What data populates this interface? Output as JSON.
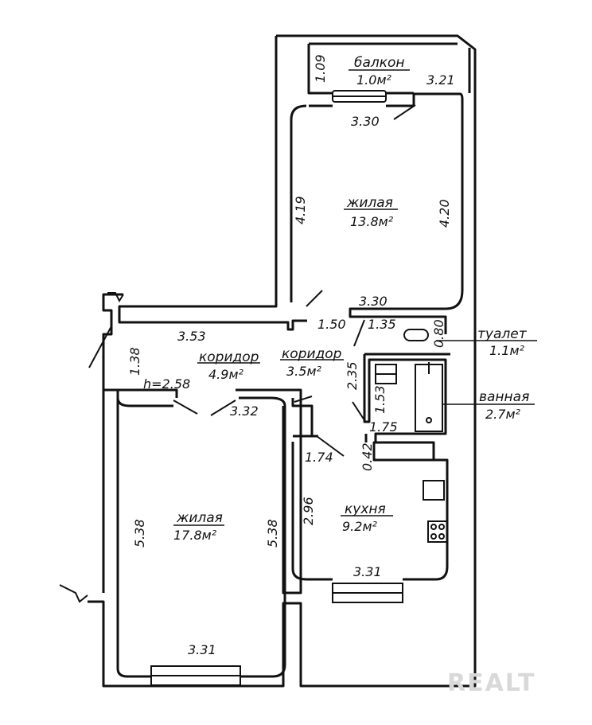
{
  "floorplan": {
    "rooms": [
      {
        "id": "balcony",
        "name": "балкон",
        "area": "1.0м²"
      },
      {
        "id": "living_small",
        "name": "жилая",
        "area": "13.8м²"
      },
      {
        "id": "corridor_left",
        "name": "коридор",
        "area": "4.9м²"
      },
      {
        "id": "corridor_right",
        "name": "коридор",
        "area": "3.5м²"
      },
      {
        "id": "toilet",
        "name": "туалет",
        "area": "1.1м²"
      },
      {
        "id": "bathroom",
        "name": "ванная",
        "area": "2.7м²"
      },
      {
        "id": "living_large",
        "name": "жилая",
        "area": "17.8м²"
      },
      {
        "id": "kitchen",
        "name": "кухня",
        "area": "9.2м²"
      }
    ],
    "dimensions": {
      "balcony_depth": "1.09",
      "balcony_width": "3.21",
      "bedroom_top_width": "3.30",
      "bedroom_left_length": "4.19",
      "bedroom_right_length": "4.20",
      "bedroom_bottom_width": "3.30",
      "corridor_length": "3.53",
      "corridor_width": "1.38",
      "corridor_right_width": "1.50",
      "toilet_width": "1.35",
      "toilet_depth": "0.80",
      "corridor_right_length": "2.35",
      "bath_length": "1.53",
      "bath_width": "1.75",
      "ceiling_height": "h=2.58",
      "living_top_width": "3.32",
      "living_left_length": "5.38",
      "living_right_length": "5.38",
      "living_bottom_width": "3.31",
      "kitchen_passage": "1.74",
      "kitchen_niche": "0.42",
      "kitchen_length": "2.96",
      "kitchen_width": "3.31"
    },
    "watermark": "REALT"
  }
}
